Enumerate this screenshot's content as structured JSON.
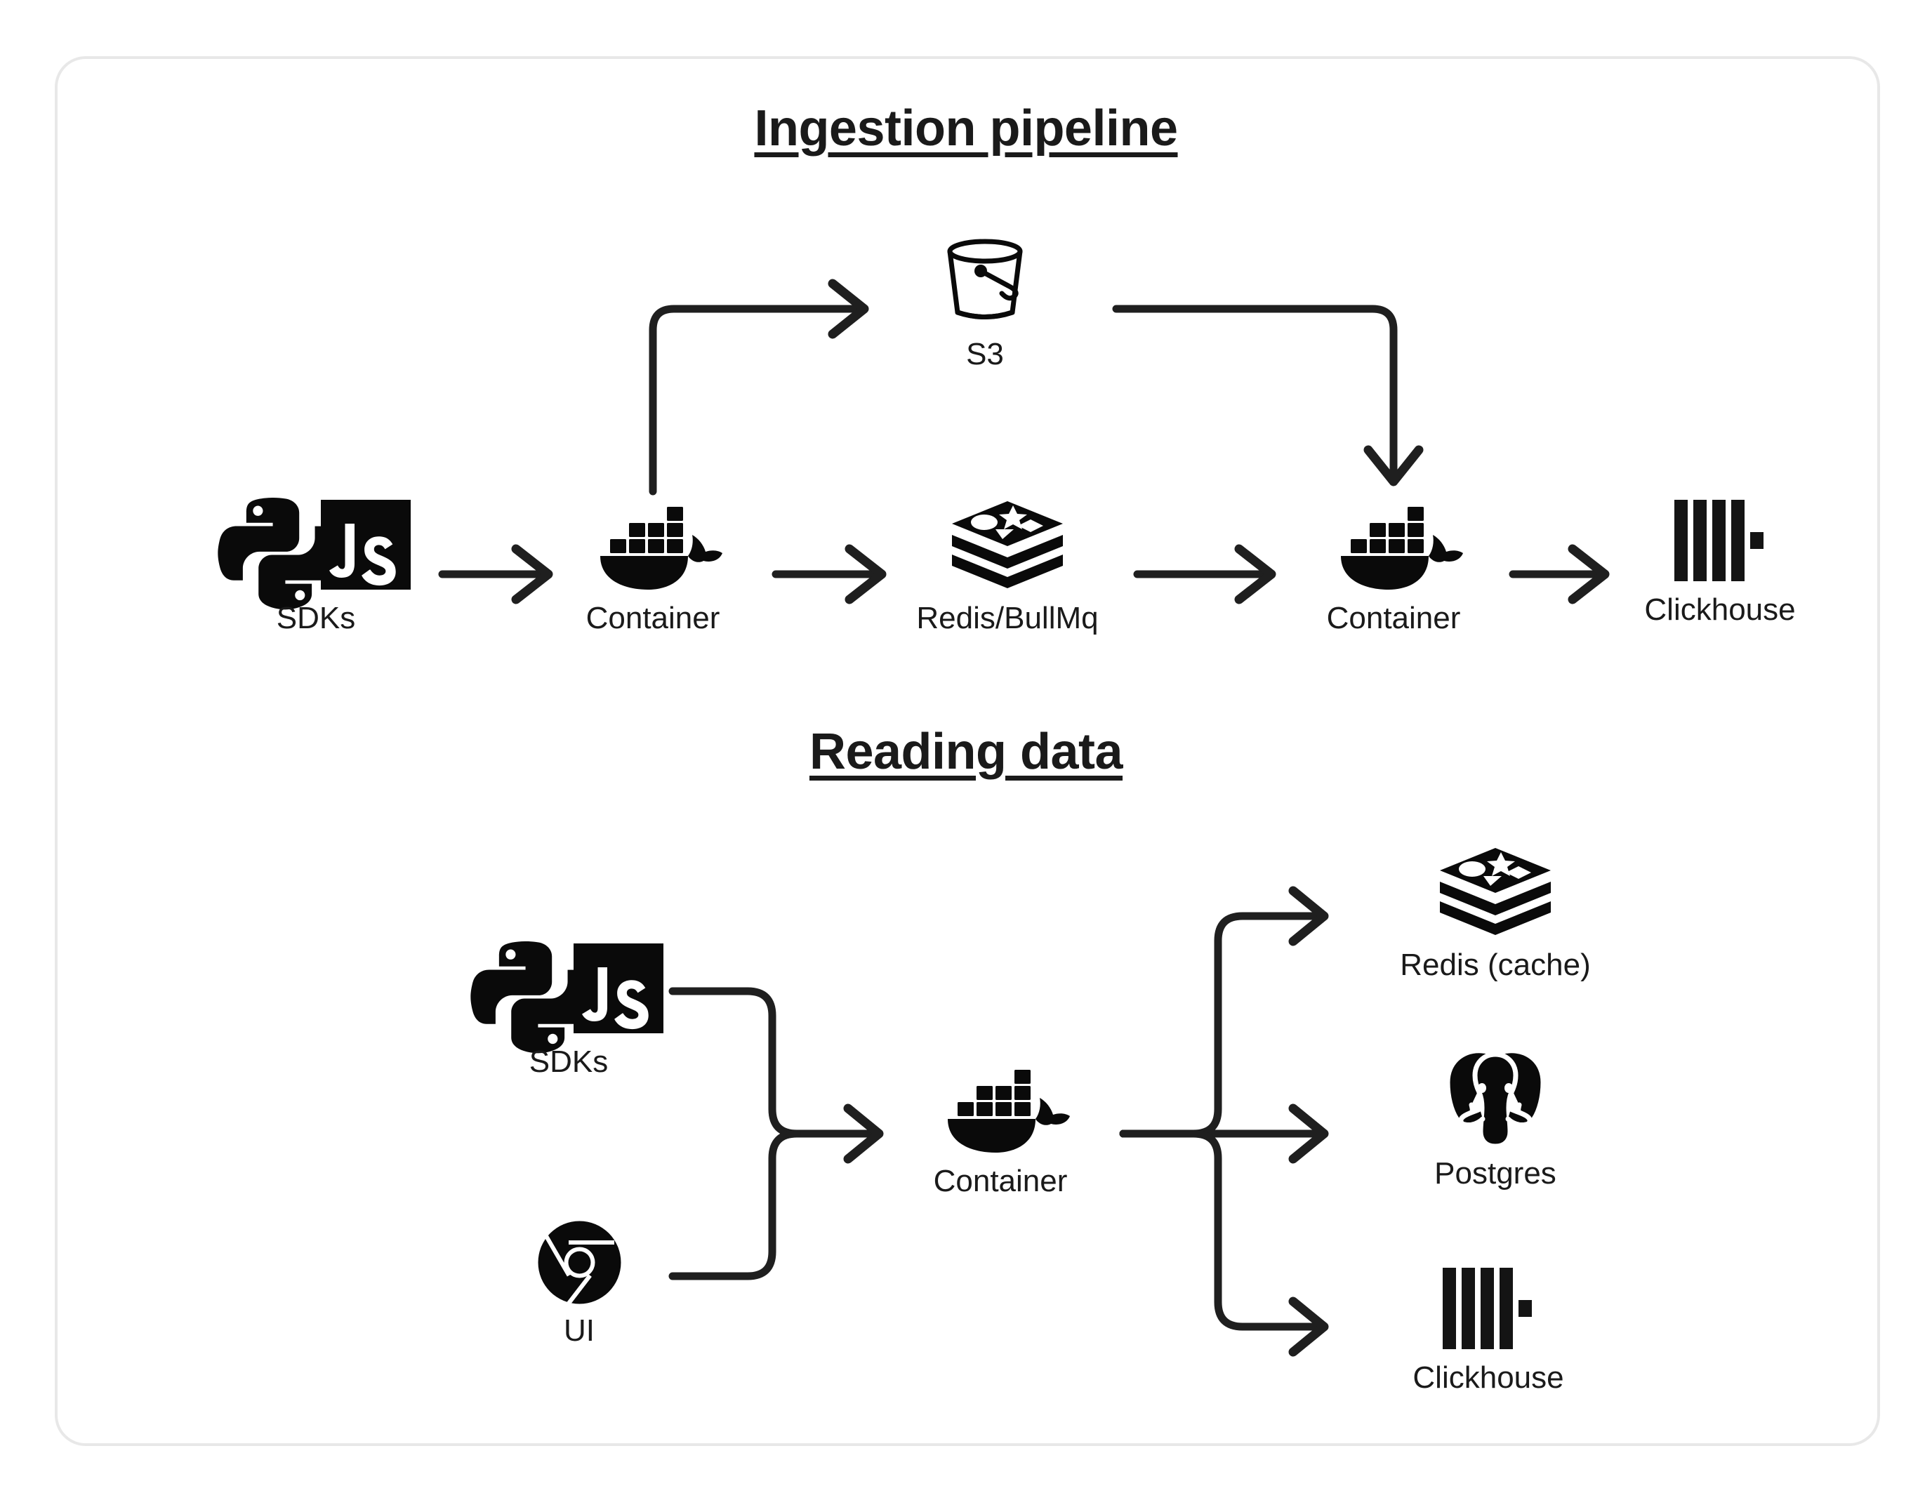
{
  "card": {
    "border_color": "#e8e8e8",
    "background": "#ffffff"
  },
  "theme": {
    "ink": "#1a1a1a",
    "stroke": "#1f1f1f"
  },
  "sections": [
    {
      "id": "ingestion",
      "title": "Ingestion pipeline",
      "nodes": [
        {
          "id": "sdks-1",
          "label": "SDKs",
          "icon": "python-js-sdk-icon"
        },
        {
          "id": "container-1",
          "label": "Container",
          "icon": "docker-whale-icon"
        },
        {
          "id": "s3",
          "label": "S3",
          "icon": "s3-bucket-icon"
        },
        {
          "id": "redis-bullmq",
          "label": "Redis/BullMq",
          "icon": "redis-icon"
        },
        {
          "id": "container-2",
          "label": "Container",
          "icon": "docker-whale-icon"
        },
        {
          "id": "clickhouse-1",
          "label": "Clickhouse",
          "icon": "clickhouse-icon"
        }
      ],
      "edges": [
        {
          "from": "sdks-1",
          "to": "container-1",
          "style": "straight-arrow"
        },
        {
          "from": "container-1",
          "to": "s3",
          "style": "elbow-up-right-arrow"
        },
        {
          "from": "container-1",
          "to": "redis-bullmq",
          "style": "straight-arrow"
        },
        {
          "from": "redis-bullmq",
          "to": "container-2",
          "style": "straight-arrow"
        },
        {
          "from": "s3",
          "to": "container-2",
          "style": "elbow-right-down-arrow"
        },
        {
          "from": "container-2",
          "to": "clickhouse-1",
          "style": "straight-arrow"
        }
      ]
    },
    {
      "id": "reading",
      "title": "Reading data",
      "nodes": [
        {
          "id": "sdks-2",
          "label": "SDKs",
          "icon": "python-js-sdk-icon"
        },
        {
          "id": "ui",
          "label": "UI",
          "icon": "chrome-icon"
        },
        {
          "id": "container-3",
          "label": "Container",
          "icon": "docker-whale-icon"
        },
        {
          "id": "redis-cache",
          "label": "Redis (cache)",
          "icon": "redis-icon"
        },
        {
          "id": "postgres",
          "label": "Postgres",
          "icon": "postgres-elephant-icon"
        },
        {
          "id": "clickhouse-2",
          "label": "Clickhouse",
          "icon": "clickhouse-icon"
        }
      ],
      "edges": [
        {
          "from": "sdks-2",
          "to": "container-3",
          "style": "merge-arrow"
        },
        {
          "from": "ui",
          "to": "container-3",
          "style": "merge-arrow"
        },
        {
          "from": "container-3",
          "to": "redis-cache",
          "style": "branch-up-arrow"
        },
        {
          "from": "container-3",
          "to": "postgres",
          "style": "branch-straight-arrow"
        },
        {
          "from": "container-3",
          "to": "clickhouse-2",
          "style": "branch-down-arrow"
        }
      ]
    }
  ]
}
